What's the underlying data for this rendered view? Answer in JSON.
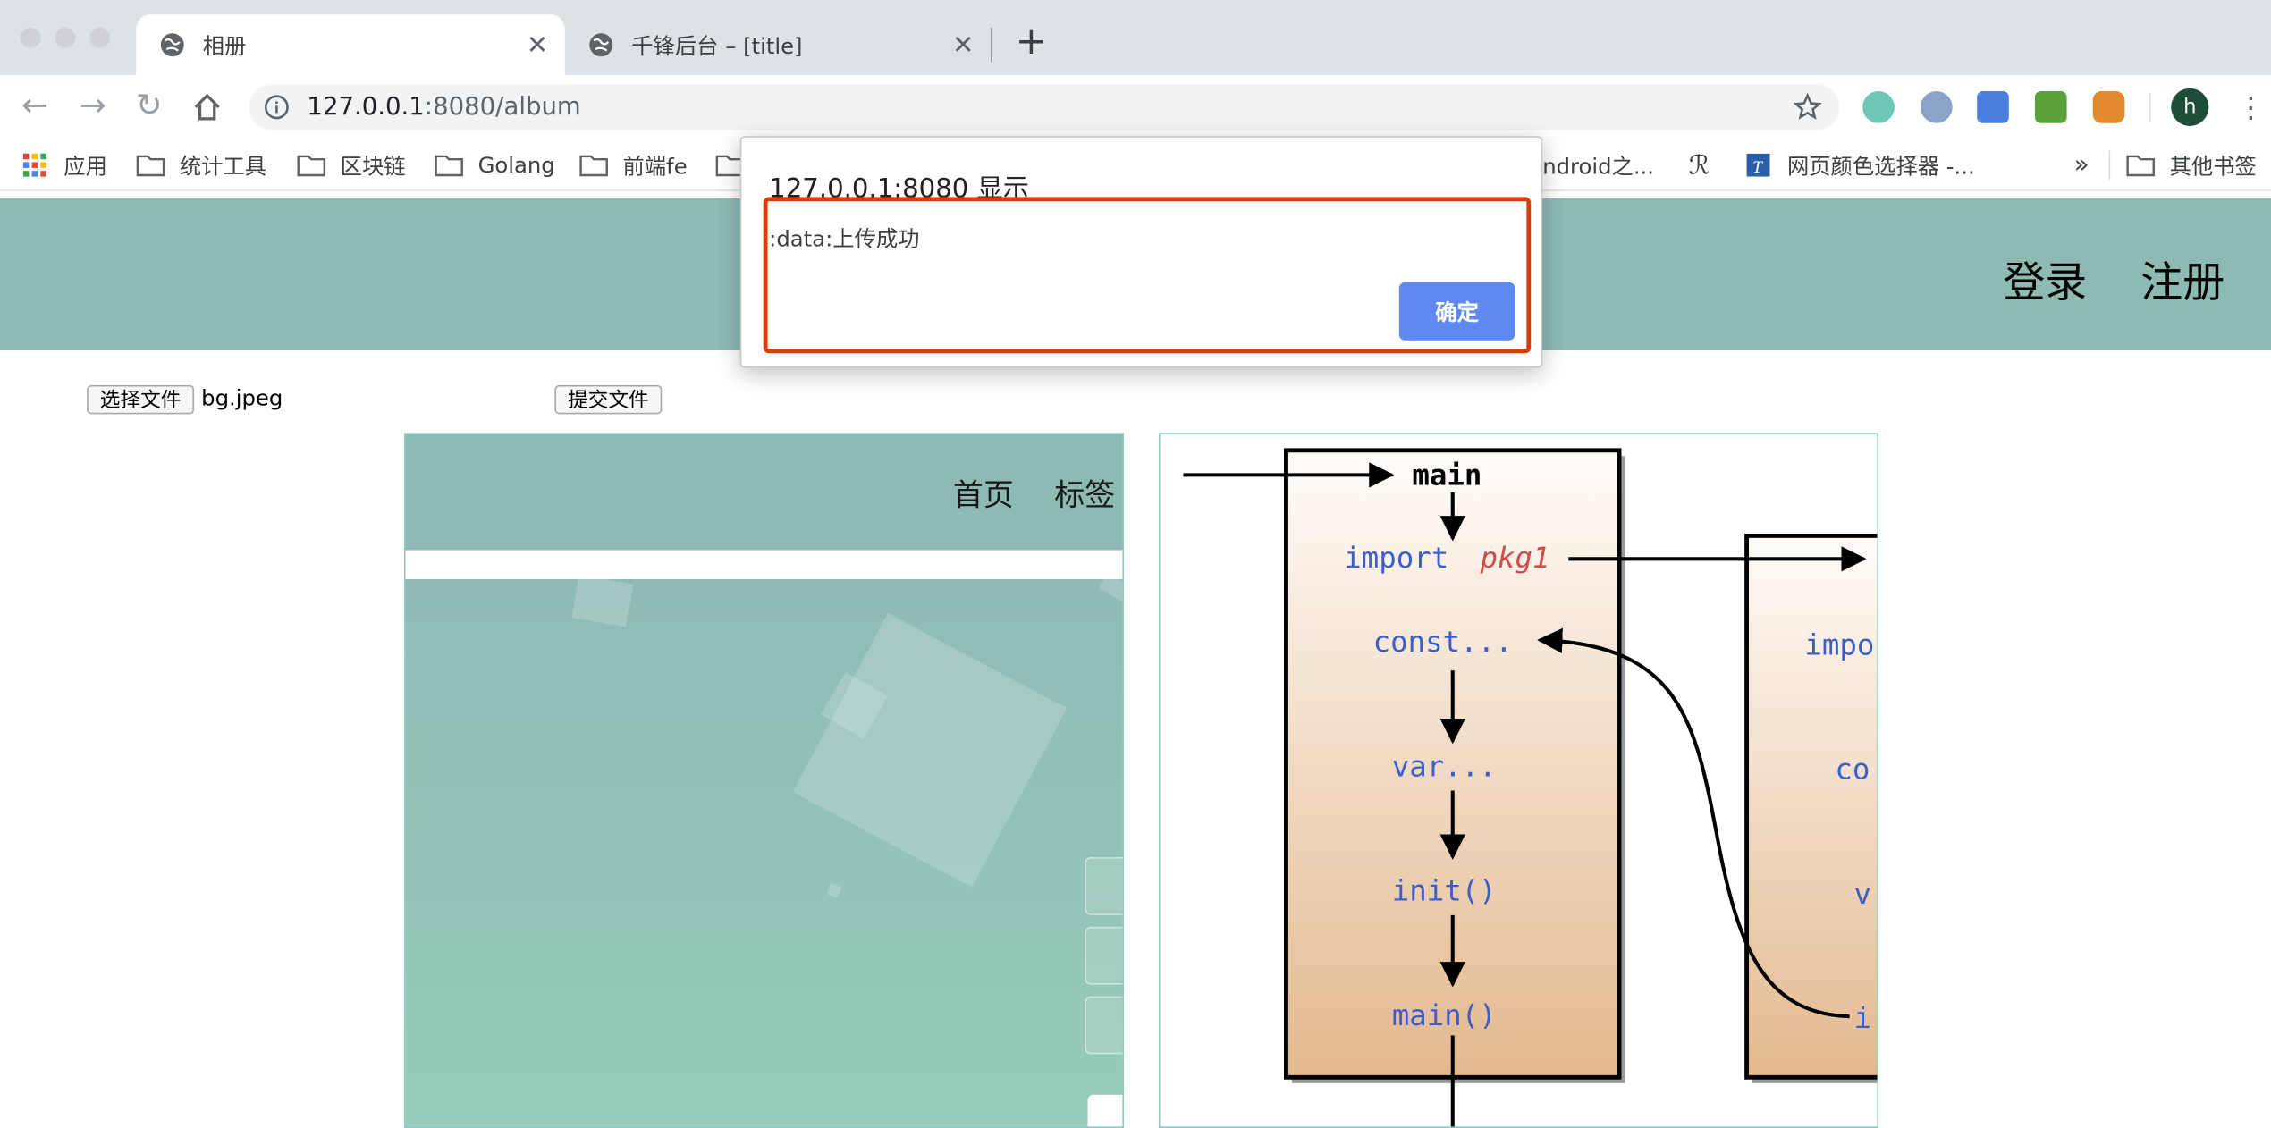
{
  "browser": {
    "tabs": [
      {
        "title": "相册",
        "active": true
      },
      {
        "title": "千锋后台 – [title]",
        "active": false
      }
    ],
    "url_host": "127.0.0.1",
    "url_rest": ":8080/album",
    "avatar_letter": "h",
    "bookmarks": [
      {
        "label": "应用",
        "icon": "apps-icon"
      },
      {
        "label": "统计工具",
        "icon": "folder-icon"
      },
      {
        "label": "区块链",
        "icon": "folder-icon"
      },
      {
        "label": "Golang",
        "icon": "folder-icon"
      },
      {
        "label": "前端fe",
        "icon": "folder-icon"
      },
      {
        "label": "ndroid之...",
        "icon": "bookmark-icon"
      },
      {
        "label": "网页颜色选择器 -...",
        "icon": "bookmark-icon"
      },
      {
        "label": "»",
        "icon": "overflow-icon"
      },
      {
        "label": "其他书签",
        "icon": "folder-icon"
      }
    ],
    "accent_color": "#5f88f1"
  },
  "site": {
    "header_color": "#8dbab3",
    "login_label": "登录",
    "register_label": "注册"
  },
  "upload": {
    "choose_label": "选择文件",
    "file_name": "bg.jpeg",
    "submit_label": "提交文件"
  },
  "thumb1": {
    "nav_home": "首页",
    "nav_tags": "标签"
  },
  "thumb2": {
    "main_label": "main",
    "import_keyword": "import",
    "import_pkg": "pkg1",
    "const_label": "const...",
    "var_label": "var...",
    "init_label": "init()",
    "main_call": "main()",
    "import_partial": "impo",
    "const_partial": "co",
    "var_partial": "v",
    "init_partial": "i"
  },
  "dialog": {
    "title": "127.0.0.1:8080 显示",
    "message": ":data:上传成功",
    "ok_label": "确定",
    "highlight_color": "#d83e0c"
  }
}
